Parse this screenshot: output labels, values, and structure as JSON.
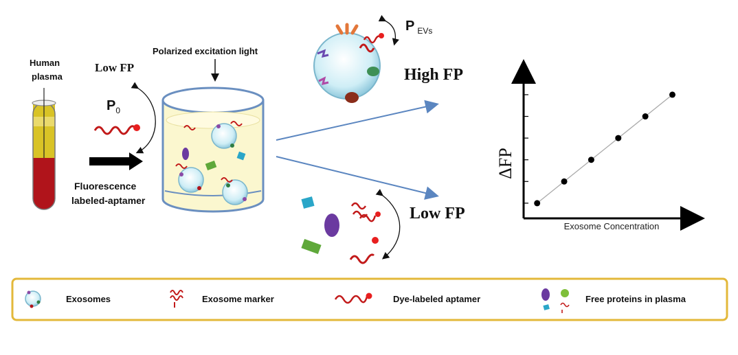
{
  "labels": {
    "human_plasma_line1": "Human",
    "human_plasma_line2": "plasma",
    "low_fp_left": "Low FP",
    "p0_main": "P",
    "p0_sub": "0",
    "polarized_light": "Polarized excitation light",
    "fluorescence_line1": "Fluorescence",
    "fluorescence_line2": "labeled-aptamer",
    "p_evs_main": "P",
    "p_evs_sub": "EVs",
    "high_fp": "High FP",
    "low_fp_right": "Low FP"
  },
  "chart_data": {
    "type": "scatter",
    "title": "",
    "xlabel": "Exosome Concentration",
    "ylabel": "ΔFP",
    "x": [
      1,
      2,
      3,
      4,
      5,
      6
    ],
    "y": [
      1,
      2,
      3,
      4,
      5,
      6
    ],
    "xlim": [
      0.5,
      6.8
    ],
    "ylim": [
      0.3,
      7.2
    ],
    "grid": false,
    "legend": "none",
    "trendline": true
  },
  "legend": {
    "items": [
      {
        "label": "Exosomes",
        "icon": "exosome-icon"
      },
      {
        "label": "Exosome marker",
        "icon": "exosome-marker-icon"
      },
      {
        "label": "Dye-labeled aptamer",
        "icon": "aptamer-icon"
      },
      {
        "label": "Free proteins in plasma",
        "icon": "free-proteins-icon"
      }
    ]
  },
  "colors": {
    "tube_blood": "#b0141b",
    "tube_plasma": "#d9c326",
    "aptamer": "#c21a1a",
    "arrow_blue": "#5b86c0",
    "legend_border": "#e3b83a",
    "exosome": "#bfe3ee"
  }
}
